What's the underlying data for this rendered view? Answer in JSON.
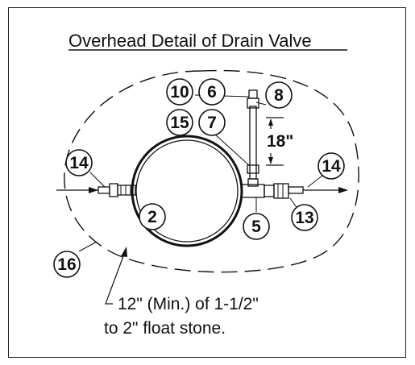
{
  "title": "Overhead Detail of Drain Valve",
  "callouts": {
    "c2": "2",
    "c5": "5",
    "c6": "6",
    "c7": "7",
    "c8": "8",
    "c10": "10",
    "c13": "13",
    "c14_left": "14",
    "c14_right": "14",
    "c15": "15",
    "c16": "16"
  },
  "dimension_label": "18\"",
  "note": {
    "line1": "12\" (Min.) of 1-1/2\"",
    "line2": "to 2\" float stone."
  }
}
